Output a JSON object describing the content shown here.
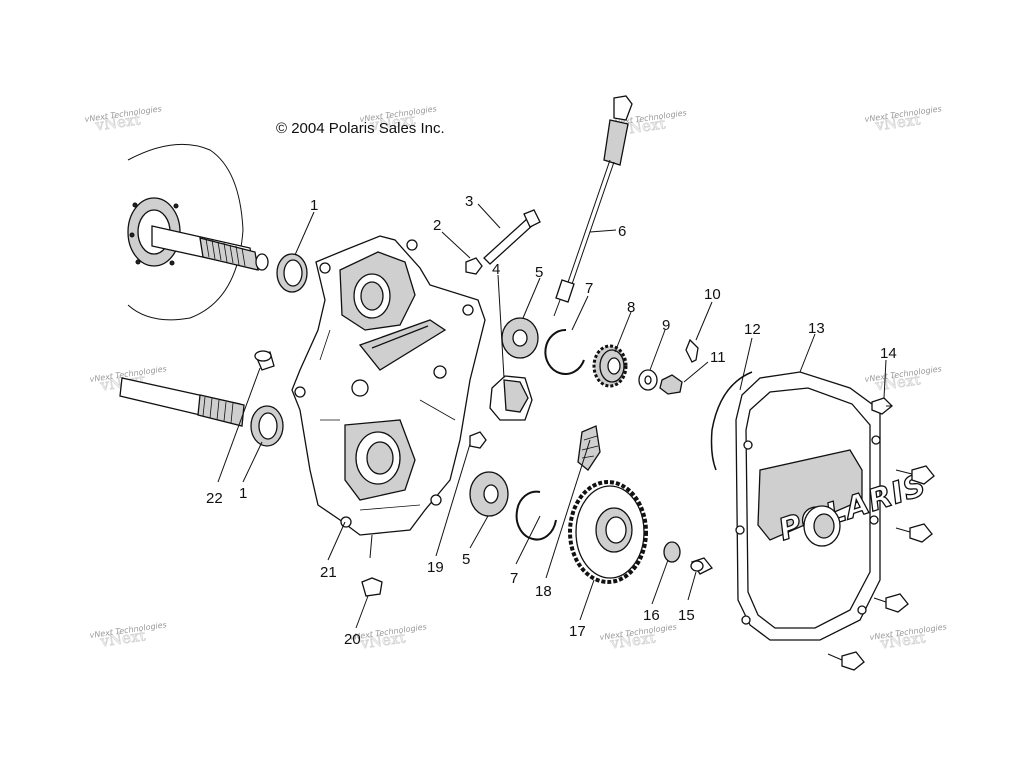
{
  "copyright": "© 2004 Polaris Sales Inc.",
  "watermark_text": "vNext Technologies",
  "logo_text": "POLARIS",
  "callouts": [
    "1",
    "2",
    "3",
    "4",
    "5",
    "6",
    "7",
    "8",
    "9",
    "10",
    "11",
    "12",
    "13",
    "14",
    "1",
    "22",
    "21",
    "19",
    "5",
    "7",
    "18",
    "17",
    "16",
    "15",
    "20"
  ]
}
